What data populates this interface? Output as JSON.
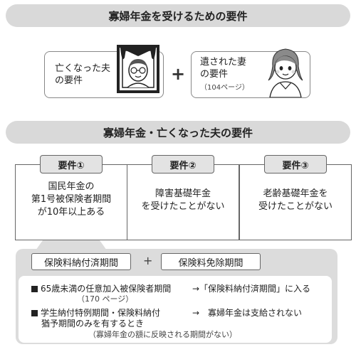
{
  "header_top": "寡婦年金を受けるための要件",
  "husband_card": {
    "line1": "亡くなった夫",
    "line2": "の要件"
  },
  "plus_sign": "+",
  "wife_card": {
    "line1": "遺された妻",
    "line2": "の要件",
    "ref": "（104ページ）"
  },
  "header_mid": "寡婦年金・亡くなった夫の要件",
  "requirements": [
    {
      "label": "要件①",
      "lines": [
        "国民年金の",
        "第1号被保険者期間",
        "が10年以上ある"
      ]
    },
    {
      "label": "要件②",
      "lines": [
        "障害基礎年金",
        "を受けたことがない"
      ]
    },
    {
      "label": "要件③",
      "lines": [
        "老齢基礎年金を",
        "受けたことがない"
      ]
    }
  ],
  "periods": {
    "paid": "保険料納付済期間",
    "exempt": "保険料免除期間"
  },
  "notes": [
    {
      "text": "65歳未満の任意加入被保険者期間",
      "result": "→「保険料納付済期間」に入る",
      "ref": "（170 ページ）"
    },
    {
      "text": "学生納付特例期間・保険料納付",
      "text2": "猶予期間のみを有するとき",
      "result": "→　寡婦年金は支給されない",
      "ref": "（寡婦年金の額に反映される期間がない）"
    }
  ]
}
